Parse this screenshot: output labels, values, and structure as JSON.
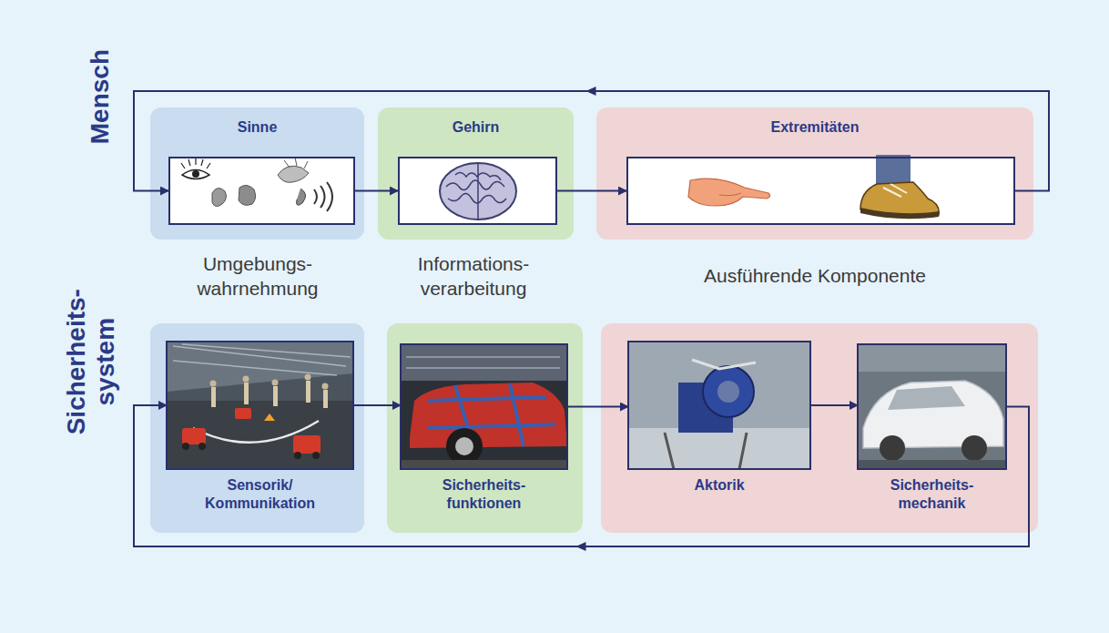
{
  "diagram": {
    "nodes": [
      {
        "text": [
          "Sinne"
        ]
      },
      {
        "text": [],
        "in": 0
      },
      {
        "text": [
          "Gehirn"
        ]
      },
      {
        "text": [],
        "in": 2
      },
      {
        "text": [
          "Extremitäten"
        ]
      },
      {
        "text": [],
        "in": 4
      },
      {
        "text": [
          "Sensorik/ Kommunikation"
        ]
      },
      {
        "text": [
          "Sicherheits- funktionen"
        ]
      },
      {
        "text": [
          "Aktorik"
        ]
      },
      {
        "text": [
          "Sicherheits- mechanik"
        ]
      }
    ],
    "edges": [
      {
        "from": 1,
        "to": 3,
        "arrow": "to"
      },
      {
        "from": 3,
        "to": 5,
        "arrow": "to"
      },
      {
        "from": 5,
        "to": 1,
        "arrow": "to"
      },
      {
        "from": 6,
        "to": 7,
        "arrow": "to"
      },
      {
        "from": 7,
        "to": 8,
        "arrow": "to"
      },
      {
        "from": 8,
        "to": 9,
        "arrow": "to"
      },
      {
        "from": 9,
        "to": 6,
        "arrow": "to"
      }
    ],
    "labels": [
      "Mensch",
      "Umgebungs- wahrnehmung",
      "Informations- verarbeitung",
      "Ausführende Komponente",
      "Sicherheits- system"
    ]
  }
}
